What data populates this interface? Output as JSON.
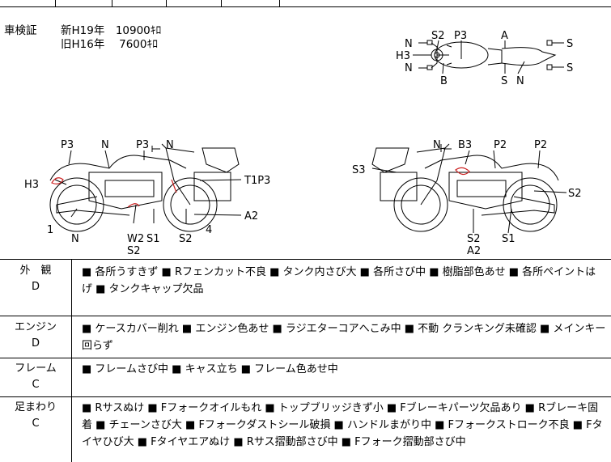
{
  "shaken": {
    "label": "車検証",
    "new_line": "新H19年　10900ｷﾛ",
    "old_line": "旧H16年　 7600ｷﾛ"
  },
  "diagram_labels": {
    "top": {
      "s2": "S2",
      "p3": "P3",
      "a": "A",
      "n1": "N",
      "h3": "H3",
      "n2": "N",
      "b": "B",
      "s1": "S",
      "n3": "N",
      "s_r1": "S",
      "s_r2": "S"
    },
    "left": {
      "p3a": "P3",
      "n1": "N",
      "p3b": "P3",
      "n2": "N",
      "h3": "H3",
      "t1p3": "T1P3",
      "a2": "A2",
      "one": "1",
      "n3": "N",
      "w2": "W2",
      "s1": "S1",
      "s2a": "S2",
      "s2b": "S2",
      "four": "4"
    },
    "right": {
      "n1": "N",
      "b3": "B3",
      "p2a": "P2",
      "p2b": "P2",
      "s3": "S3",
      "s2": "S2",
      "s2b": "S2",
      "a2": "A2",
      "s1": "S1"
    }
  },
  "sections": [
    {
      "cat": "外　観",
      "grade": "D",
      "text": "■ 各所うすきず ■ Rフェンカット不良 ■ タンク内さび大 ■ 各所さび中 ■ 樹脂部色あせ ■ 各所ペイントはげ ■ タンクキャップ欠品"
    },
    {
      "cat": "エンジン",
      "grade": "D",
      "text": "■ ケースカバー削れ ■ エンジン色あせ ■ ラジエターコアへこみ中 ■ 不動 クランキング未確認 ■ メインキー回らず"
    },
    {
      "cat": "フレーム",
      "grade": "C",
      "text": "■ フレームさび中 ■ キャス立ち ■ フレーム色あせ中"
    },
    {
      "cat": "足まわり",
      "grade": "C",
      "text": "■ Rサスぬけ ■ Fフォークオイルもれ ■ トップブリッジきず小 ■ Fブレーキパーツ欠品あり ■ Rブレーキ固着 ■ チェーンさび大 ■ Fフォークダストシール破損 ■ ハンドルまがり中 ■ Fフォークストローク不良 ■ Fタイヤひび大 ■ Fタイヤエアぬけ ■ Rサス摺動部さび中 ■ Fフォーク摺動部さび中"
    }
  ],
  "colors": {
    "line": "#000000",
    "damage_mark": "#cc2222"
  }
}
